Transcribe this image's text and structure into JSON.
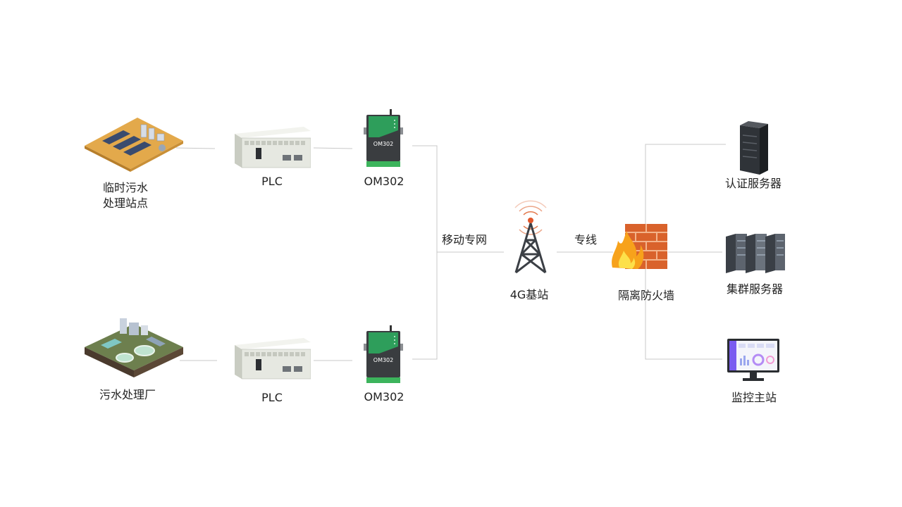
{
  "nodes": {
    "site1": {
      "line1": "临时污水",
      "line2": "处理站点"
    },
    "site2": {
      "label": "污水处理厂"
    },
    "plc1": {
      "label": "PLC"
    },
    "plc2": {
      "label": "PLC"
    },
    "om1": {
      "label": "OM302",
      "device_text": "OM302"
    },
    "om2": {
      "label": "OM302",
      "device_text": "OM302"
    },
    "tower": {
      "label": "4G基站"
    },
    "firewall": {
      "label": "隔离防火墙"
    },
    "auth": {
      "label": "认证服务器"
    },
    "cluster": {
      "label": "集群服务器"
    },
    "monitor": {
      "label": "监控主站"
    }
  },
  "links": {
    "mobile": {
      "label": "移动专网"
    },
    "dedicated": {
      "label": "专线"
    }
  },
  "colors": {
    "line": "#c8c8c8",
    "device_green": "#2e9e5b",
    "brick": "#d9622b",
    "flame": "#f7a21b",
    "plc_body": "#e6e8e1",
    "server_dark": "#2f3338"
  }
}
